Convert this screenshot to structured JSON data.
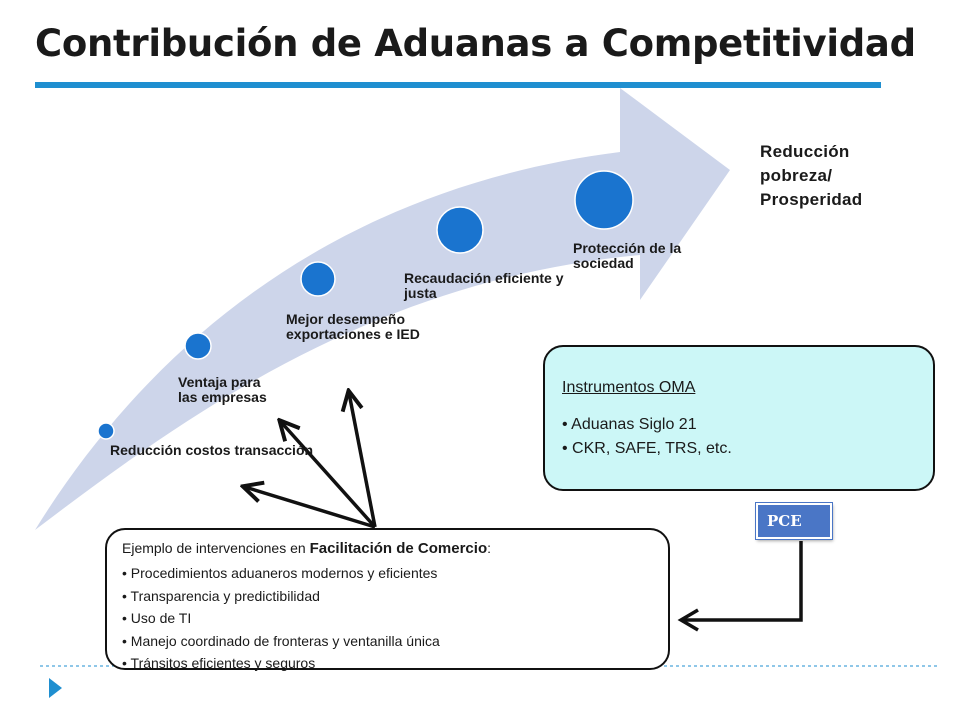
{
  "slide": {
    "title": "Contribución de Aduanas a Competitividad"
  },
  "arrow": {
    "fill_color": "#cdd5ea",
    "dot_color": "#1a74cf",
    "steps": [
      {
        "label": "Reducción costos transacción"
      },
      {
        "label": "Ventaja para las empresas"
      },
      {
        "label": "Mejor desempeño exportaciones e IED"
      },
      {
        "label": "Recaudación eficiente y justa"
      },
      {
        "label": "Protección de la sociedad"
      }
    ],
    "goal": {
      "line1": "Reducción",
      "line2": "pobreza/",
      "line3": "Prosperidad"
    }
  },
  "oma_box": {
    "title": "Instrumentos OMA",
    "items": [
      "• Aduanas Siglo 21",
      "• CKR, SAFE, TRS, etc."
    ],
    "bg_color": "#ccf7f7"
  },
  "pce_button": {
    "label": "PCE",
    "color": "#4a76c6"
  },
  "trade_box": {
    "intro": "Ejemplo de intervenciones en ",
    "intro_bold": "Facilitación de Comercio",
    "intro_end": ":",
    "items": [
      "• Procedimientos aduaneros modernos y eficientes",
      "• Transparencia y predictibilidad",
      "• Uso de TI",
      "• Manejo coordinado de fronteras y ventanilla única",
      "• Tránsitos eficientes y seguros"
    ]
  },
  "accent_color": "#1f8fd0"
}
